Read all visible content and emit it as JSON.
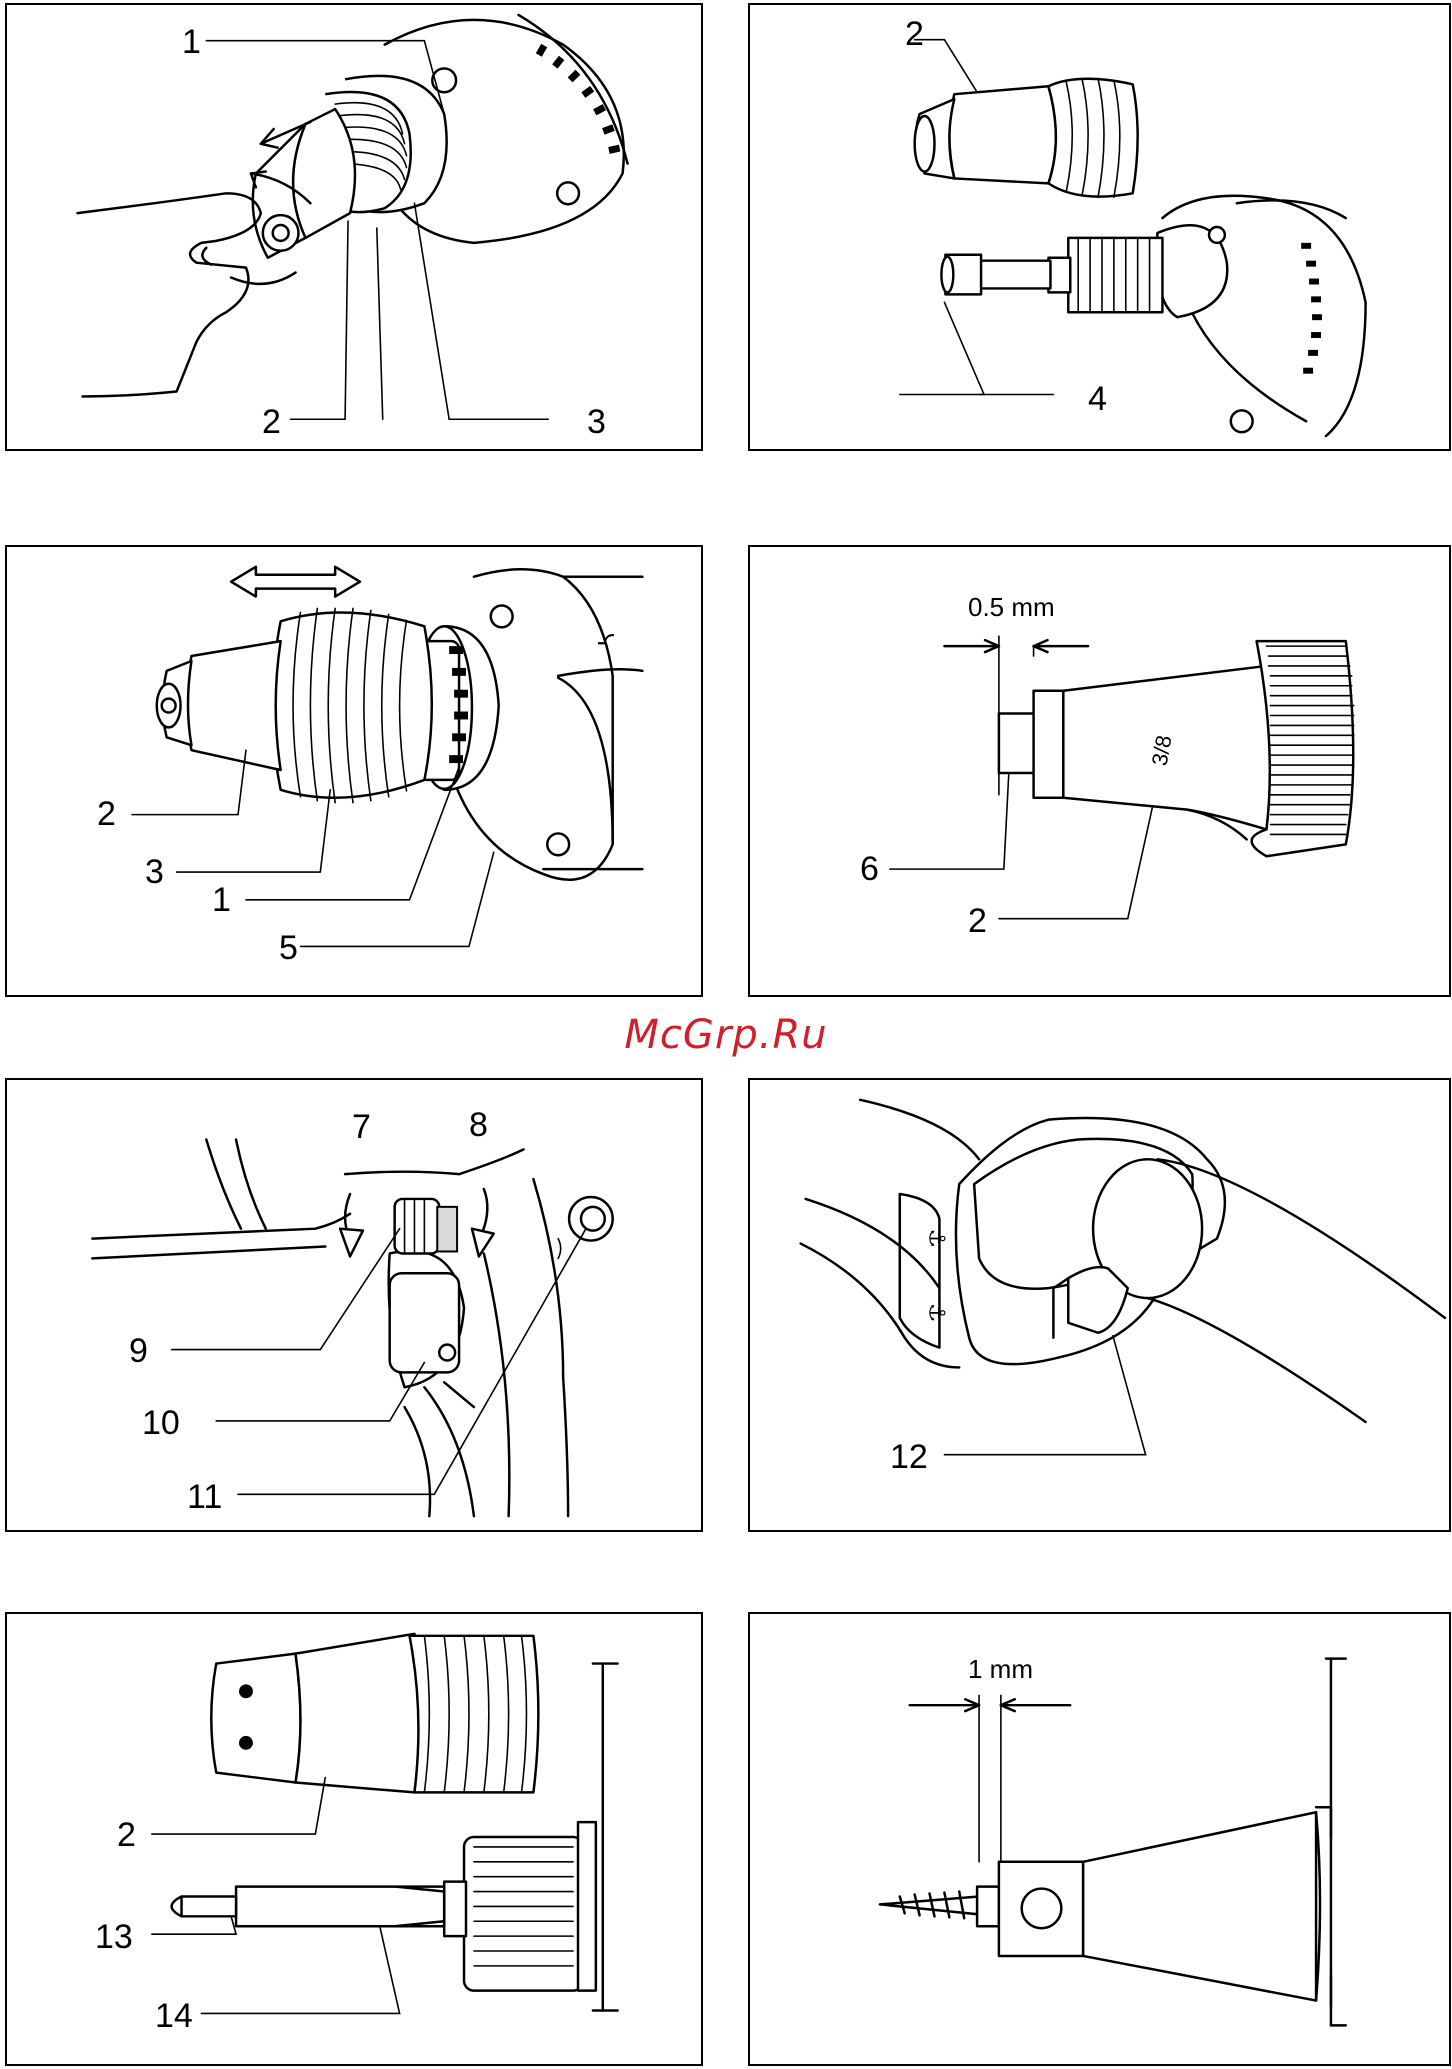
{
  "watermark": "McGrp.Ru",
  "panels": {
    "p1": {
      "labels": [
        "1",
        "2",
        "3"
      ]
    },
    "p2": {
      "labels": [
        "2",
        "4"
      ]
    },
    "p3": {
      "labels": [
        "2",
        "3",
        "1",
        "5"
      ]
    },
    "p4": {
      "labels": [
        "6",
        "2"
      ],
      "dimension": "0.5 mm",
      "marking": "3/8"
    },
    "p5": {
      "labels": [
        "7",
        "8",
        "9",
        "10",
        "11"
      ]
    },
    "p6": {
      "labels": [
        "12"
      ]
    },
    "p7": {
      "labels": [
        "2",
        "13",
        "14"
      ]
    },
    "p8": {
      "dimension": "1 mm"
    }
  }
}
